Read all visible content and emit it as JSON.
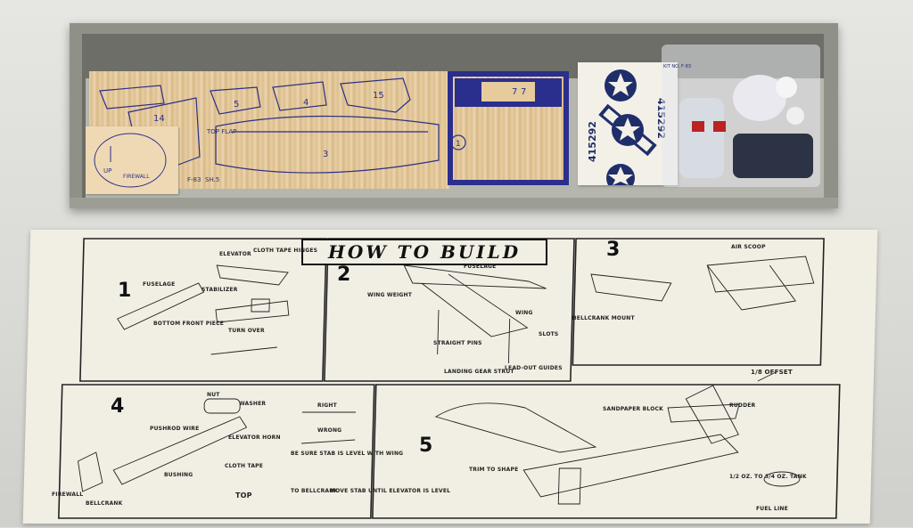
{
  "instructions": {
    "title": "HOW TO BUILD",
    "steps": [
      "1",
      "2",
      "3",
      "4",
      "5"
    ],
    "labels": {
      "fuselage": "FUSELAGE",
      "bottom_front_piece": "BOTTOM FRONT PIECE",
      "stabilizer": "STABILIZER",
      "elevator": "ELEVATOR",
      "cloth_tape_hinges": "CLOTH TAPE HINGES",
      "turn_over": "TURN OVER",
      "wing_weight": "WING WEIGHT",
      "wing": "WING",
      "straight_pins": "STRAIGHT PINS",
      "landing_gear_strut": "LANDING GEAR STRUT",
      "lead_out_guides": "LEAD-OUT GUIDES",
      "slots": "SLOTS",
      "bellcrank_mount": "BELLCRANK MOUNT",
      "air_scoop": "AIR SCOOP",
      "nut": "NUT",
      "washer": "WASHER",
      "pushrod_wire": "PUSHROD WIRE",
      "elevator_horn": "ELEVATOR HORN",
      "cloth_tape": "CLOTH TAPE",
      "bushing": "BUSHING",
      "firewall": "FIREWALL",
      "bellcrank": "BELLCRANK",
      "right": "RIGHT",
      "wrong": "WRONG",
      "be_sure_stab": "BE SURE STAB IS LEVEL WITH WING",
      "to_bellcrank": "TO BELLCRANK",
      "move_stab": "MOVE STAB UNTIL ELEVATOR IS LEVEL",
      "top": "TOP",
      "offset": "1/8 OFFSET",
      "sandpaper_block": "SANDPAPER BLOCK",
      "rudder": "RUDDER",
      "trim_to_shape": "TRIM TO SHAPE",
      "fuel_line": "FUEL LINE",
      "tank": "1/2 OZ. TO 3/4 OZ. TANK"
    }
  },
  "kit": {
    "balsa_markings": [
      "F-83",
      "SH.5",
      "TOP FLAP",
      "UP",
      "FIREWALL"
    ],
    "part_numbers": [
      "14",
      "5",
      "4",
      "3",
      "15",
      "1",
      "7",
      "7"
    ],
    "decal_number": "415292",
    "decal_header": "KIT NO. F-83"
  }
}
